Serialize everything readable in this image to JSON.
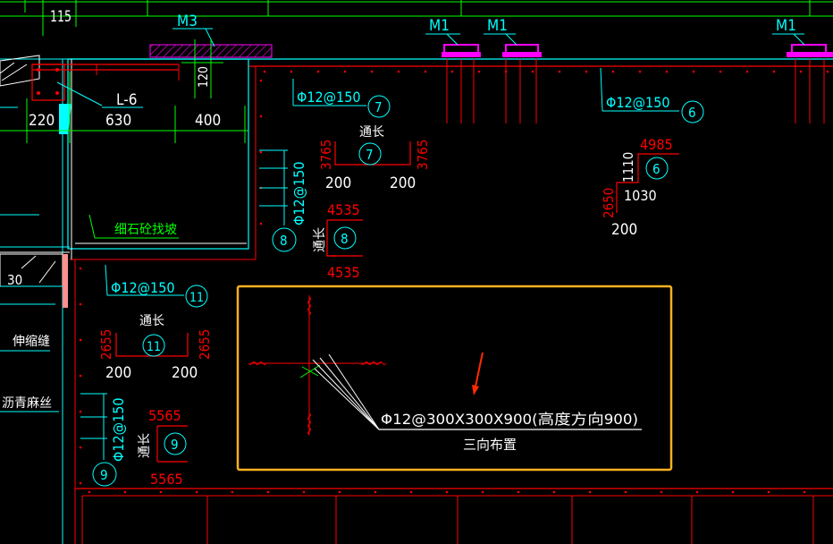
{
  "colors": {
    "background": "#000000",
    "cyan": "#00ffff",
    "red": "#ff0000",
    "green": "#00ff00",
    "white": "#ffffff",
    "magenta": "#ff00ff",
    "highlight_box": "#ffb020",
    "arrow": "#ff2a00"
  },
  "top": {
    "dim_115": "115",
    "door_m3": "M3",
    "dim_120": "120",
    "doors_m1": [
      "M1",
      "M1",
      "M1"
    ]
  },
  "left_section": {
    "beam_label": "L-6",
    "dim_630": "630",
    "dim_220": "220",
    "dim_400": "400",
    "floor_note": "细石砼找坡",
    "dim_30": "30",
    "expansion_joint": "伸缩缝",
    "asphalt_note": "沥青麻丝"
  },
  "rebars": {
    "r7": {
      "spec": "Φ12@150",
      "no": "7",
      "through": "通长",
      "left_len": "3765",
      "right_len": "3765",
      "hook_l": "200",
      "hook_r": "200"
    },
    "r6": {
      "spec": "Φ12@150",
      "no": "6",
      "top_len": "4985",
      "vert": "1110",
      "mid": "1030",
      "left_len": "2650",
      "bottom": "200"
    },
    "r8": {
      "spec": "Φ12@150",
      "no": "8",
      "through": "通长",
      "top_len": "4535",
      "bottom_len": "4535"
    },
    "r11": {
      "spec": "Φ12@150",
      "no": "11",
      "through": "通长",
      "left_len": "2655",
      "right_len": "2655",
      "hook_l": "200",
      "hook_r": "200"
    },
    "r9": {
      "spec": "Φ12@150",
      "no": "9",
      "through": "通长",
      "top_len": "5565",
      "bottom_len": "5565"
    }
  },
  "callout": {
    "spec": "Φ12@300X300X900(高度方向900)",
    "note": "三向布置"
  }
}
